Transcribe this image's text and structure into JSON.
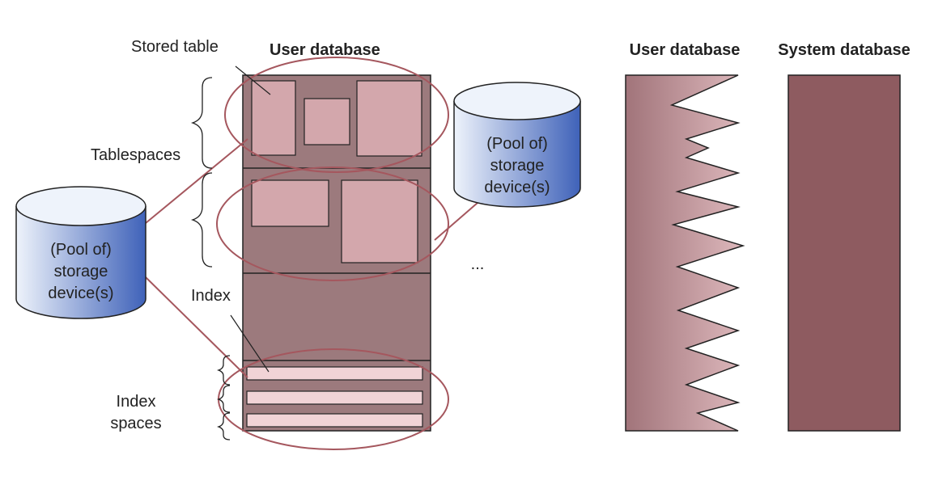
{
  "labels": {
    "stored_table": "Stored table",
    "user_database_left": "User database",
    "tablespaces": "Tablespaces",
    "index": "Index",
    "index_spaces_line1": "Index",
    "index_spaces_line2": "spaces",
    "ellipsis": "...",
    "user_database_right": "User database",
    "system_database": "System database"
  },
  "cylinders": {
    "left": [
      "(Pool of)",
      "storage",
      "device(s)"
    ],
    "right": [
      "(Pool of)",
      "storage",
      "device(s)"
    ]
  },
  "colors": {
    "database_fill": "#9c7a7d",
    "table_fill": "#d3a7ac",
    "index_fill": "#f1d3d6",
    "ellipse_stroke": "#a5575e",
    "system_db_fill": "#8e5b60",
    "user_db_light": "#ddb8bc",
    "user_db_dark": "#a1747a",
    "cylinder_light": "#eef3fb",
    "cylinder_dark": "#3f62b9",
    "line": "#222222",
    "connector": "#a5575e"
  },
  "icons": {
    "storage_pool": "cylinder-icon"
  }
}
